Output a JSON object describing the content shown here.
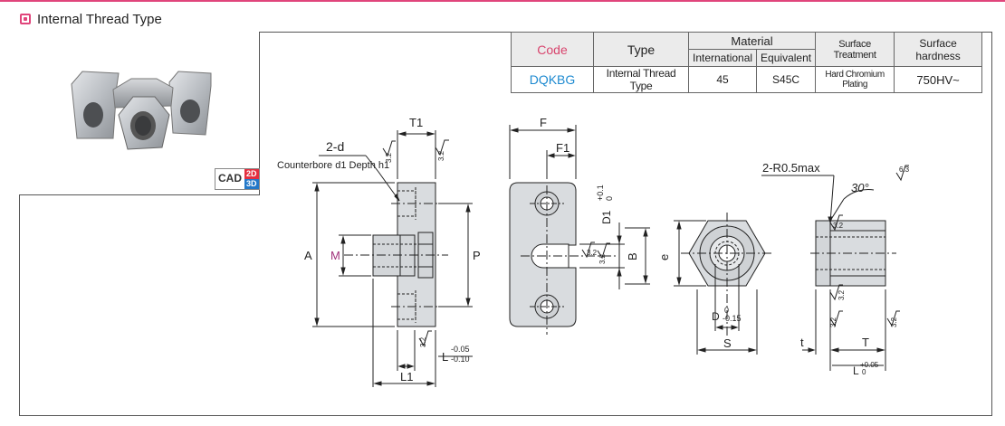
{
  "header": {
    "title": "Internal Thread Type"
  },
  "cad": {
    "label": "CAD",
    "two_d": "2D",
    "three_d": "3D"
  },
  "table": {
    "headers": {
      "code": "Code",
      "type": "Type",
      "material": "Material",
      "international": "International",
      "equivalent": "Equivalent",
      "surface_treatment": "Surface Treatment",
      "surface_hardness": "Surface hardness"
    },
    "row": {
      "code": "DQKBG",
      "type": "Internal Thread Type",
      "international": "45",
      "equivalent": "S45C",
      "surface_treatment": "Hard Chromium Plating",
      "surface_hardness": "750HV~"
    }
  },
  "labels": {
    "two_d": "2-d",
    "counterbore": "Counterbore d1 Depth h1",
    "T1": "T1",
    "A": "A",
    "M": "M",
    "P": "P",
    "L1": "L1",
    "L": "L",
    "L_tol_up": "-0.05",
    "L_tol_low": "-0.10",
    "F": "F",
    "F1": "F1",
    "D1": "D1",
    "D1_tol_up": "+0.1",
    "D1_tol_low": "0",
    "B": "B",
    "e": "e",
    "D": "D",
    "D_tol_up": "0",
    "D_tol_low": "-0.15",
    "S": "S",
    "radius": "2-R0.5max",
    "angle": "30°",
    "t": "t",
    "T": "T",
    "L_right": "L",
    "L_right_tol_up": "+0.05",
    "L_right_tol_low": "0",
    "rough_32": "3.2",
    "rough_63": "6.3"
  },
  "colors": {
    "accent": "#e0457b",
    "code_header": "#d8446d",
    "code_value": "#1e8ad0",
    "thread_label": "#a0317a"
  }
}
